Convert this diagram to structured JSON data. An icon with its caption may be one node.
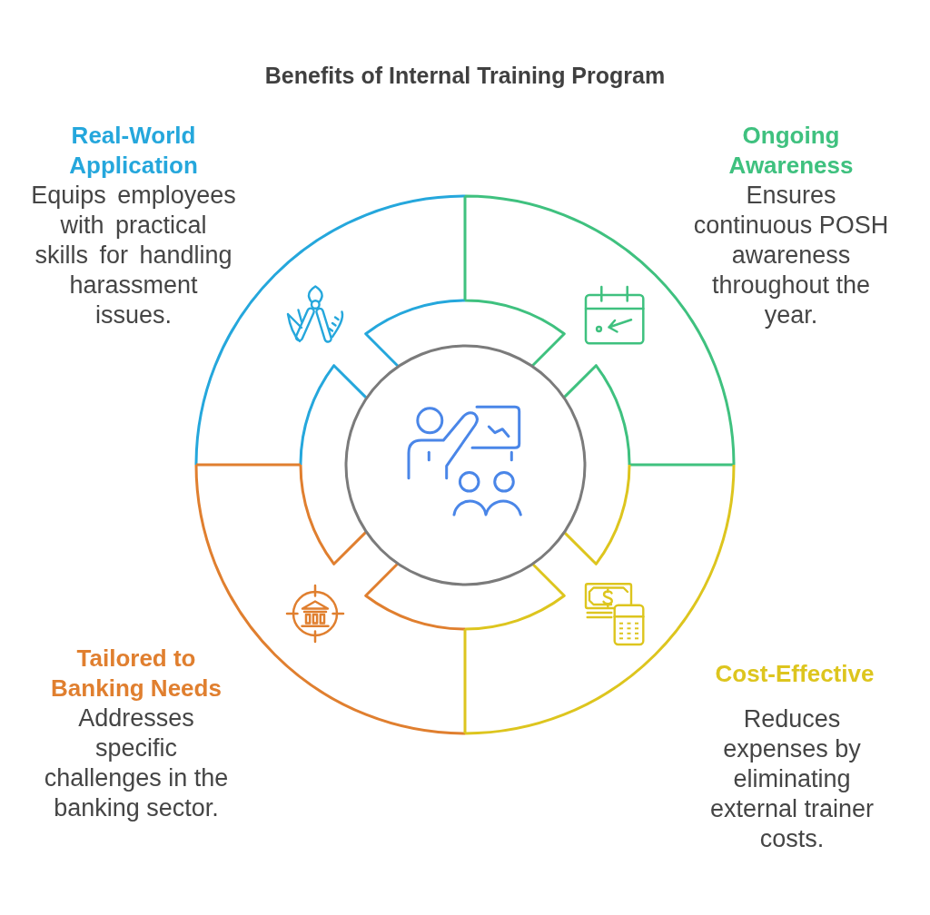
{
  "diagram": {
    "title": "Benefits of Internal Training Program",
    "nodes": [
      {
        "text": [
          "Real-World Application",
          "Equips employees with practical skills for handling harassment issues."
        ]
      },
      {
        "text": [
          "Ongoing Awareness",
          "Ensures continuous POSH awareness throughout the year."
        ]
      },
      {
        "text": [
          "Tailored to Banking Needs",
          "Addresses specific challenges in the banking sector."
        ]
      },
      {
        "text": [
          "Cost-Effective",
          "Reduces expenses by eliminating external trainer costs."
        ]
      },
      {
        "text": [],
        "shape": "circle"
      }
    ]
  }
}
